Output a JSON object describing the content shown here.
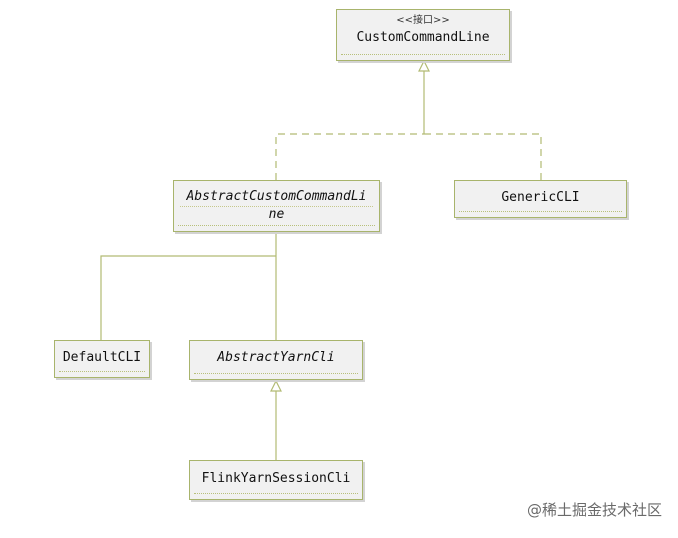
{
  "diagram": {
    "nodes": {
      "custom_command_line": {
        "stereotype": "<<接口>>",
        "name": "CustomCommandLine"
      },
      "abstract_custom_command_line": {
        "name_line1": "AbstractCustomCommandLi",
        "name_line2": "ne"
      },
      "generic_cli": {
        "name": "GenericCLI"
      },
      "default_cli": {
        "name": "DefaultCLI"
      },
      "abstract_yarn_cli": {
        "name": "AbstractYarnCli"
      },
      "flink_yarn_session_cli": {
        "name": "FlinkYarnSessionCli"
      }
    },
    "edges": [
      {
        "from": "abstract_custom_command_line",
        "to": "custom_command_line",
        "kind": "realization"
      },
      {
        "from": "generic_cli",
        "to": "custom_command_line",
        "kind": "realization"
      },
      {
        "from": "default_cli",
        "to": "abstract_custom_command_line",
        "kind": "generalization"
      },
      {
        "from": "abstract_yarn_cli",
        "to": "abstract_custom_command_line",
        "kind": "generalization"
      },
      {
        "from": "flink_yarn_session_cli",
        "to": "abstract_yarn_cli",
        "kind": "generalization"
      }
    ],
    "colors": {
      "line": "#b2bb73",
      "box_fill": "#f1f1f1",
      "box_border": "#a8b46c"
    }
  },
  "watermark": {
    "text": "@稀土掘金技术社区"
  }
}
